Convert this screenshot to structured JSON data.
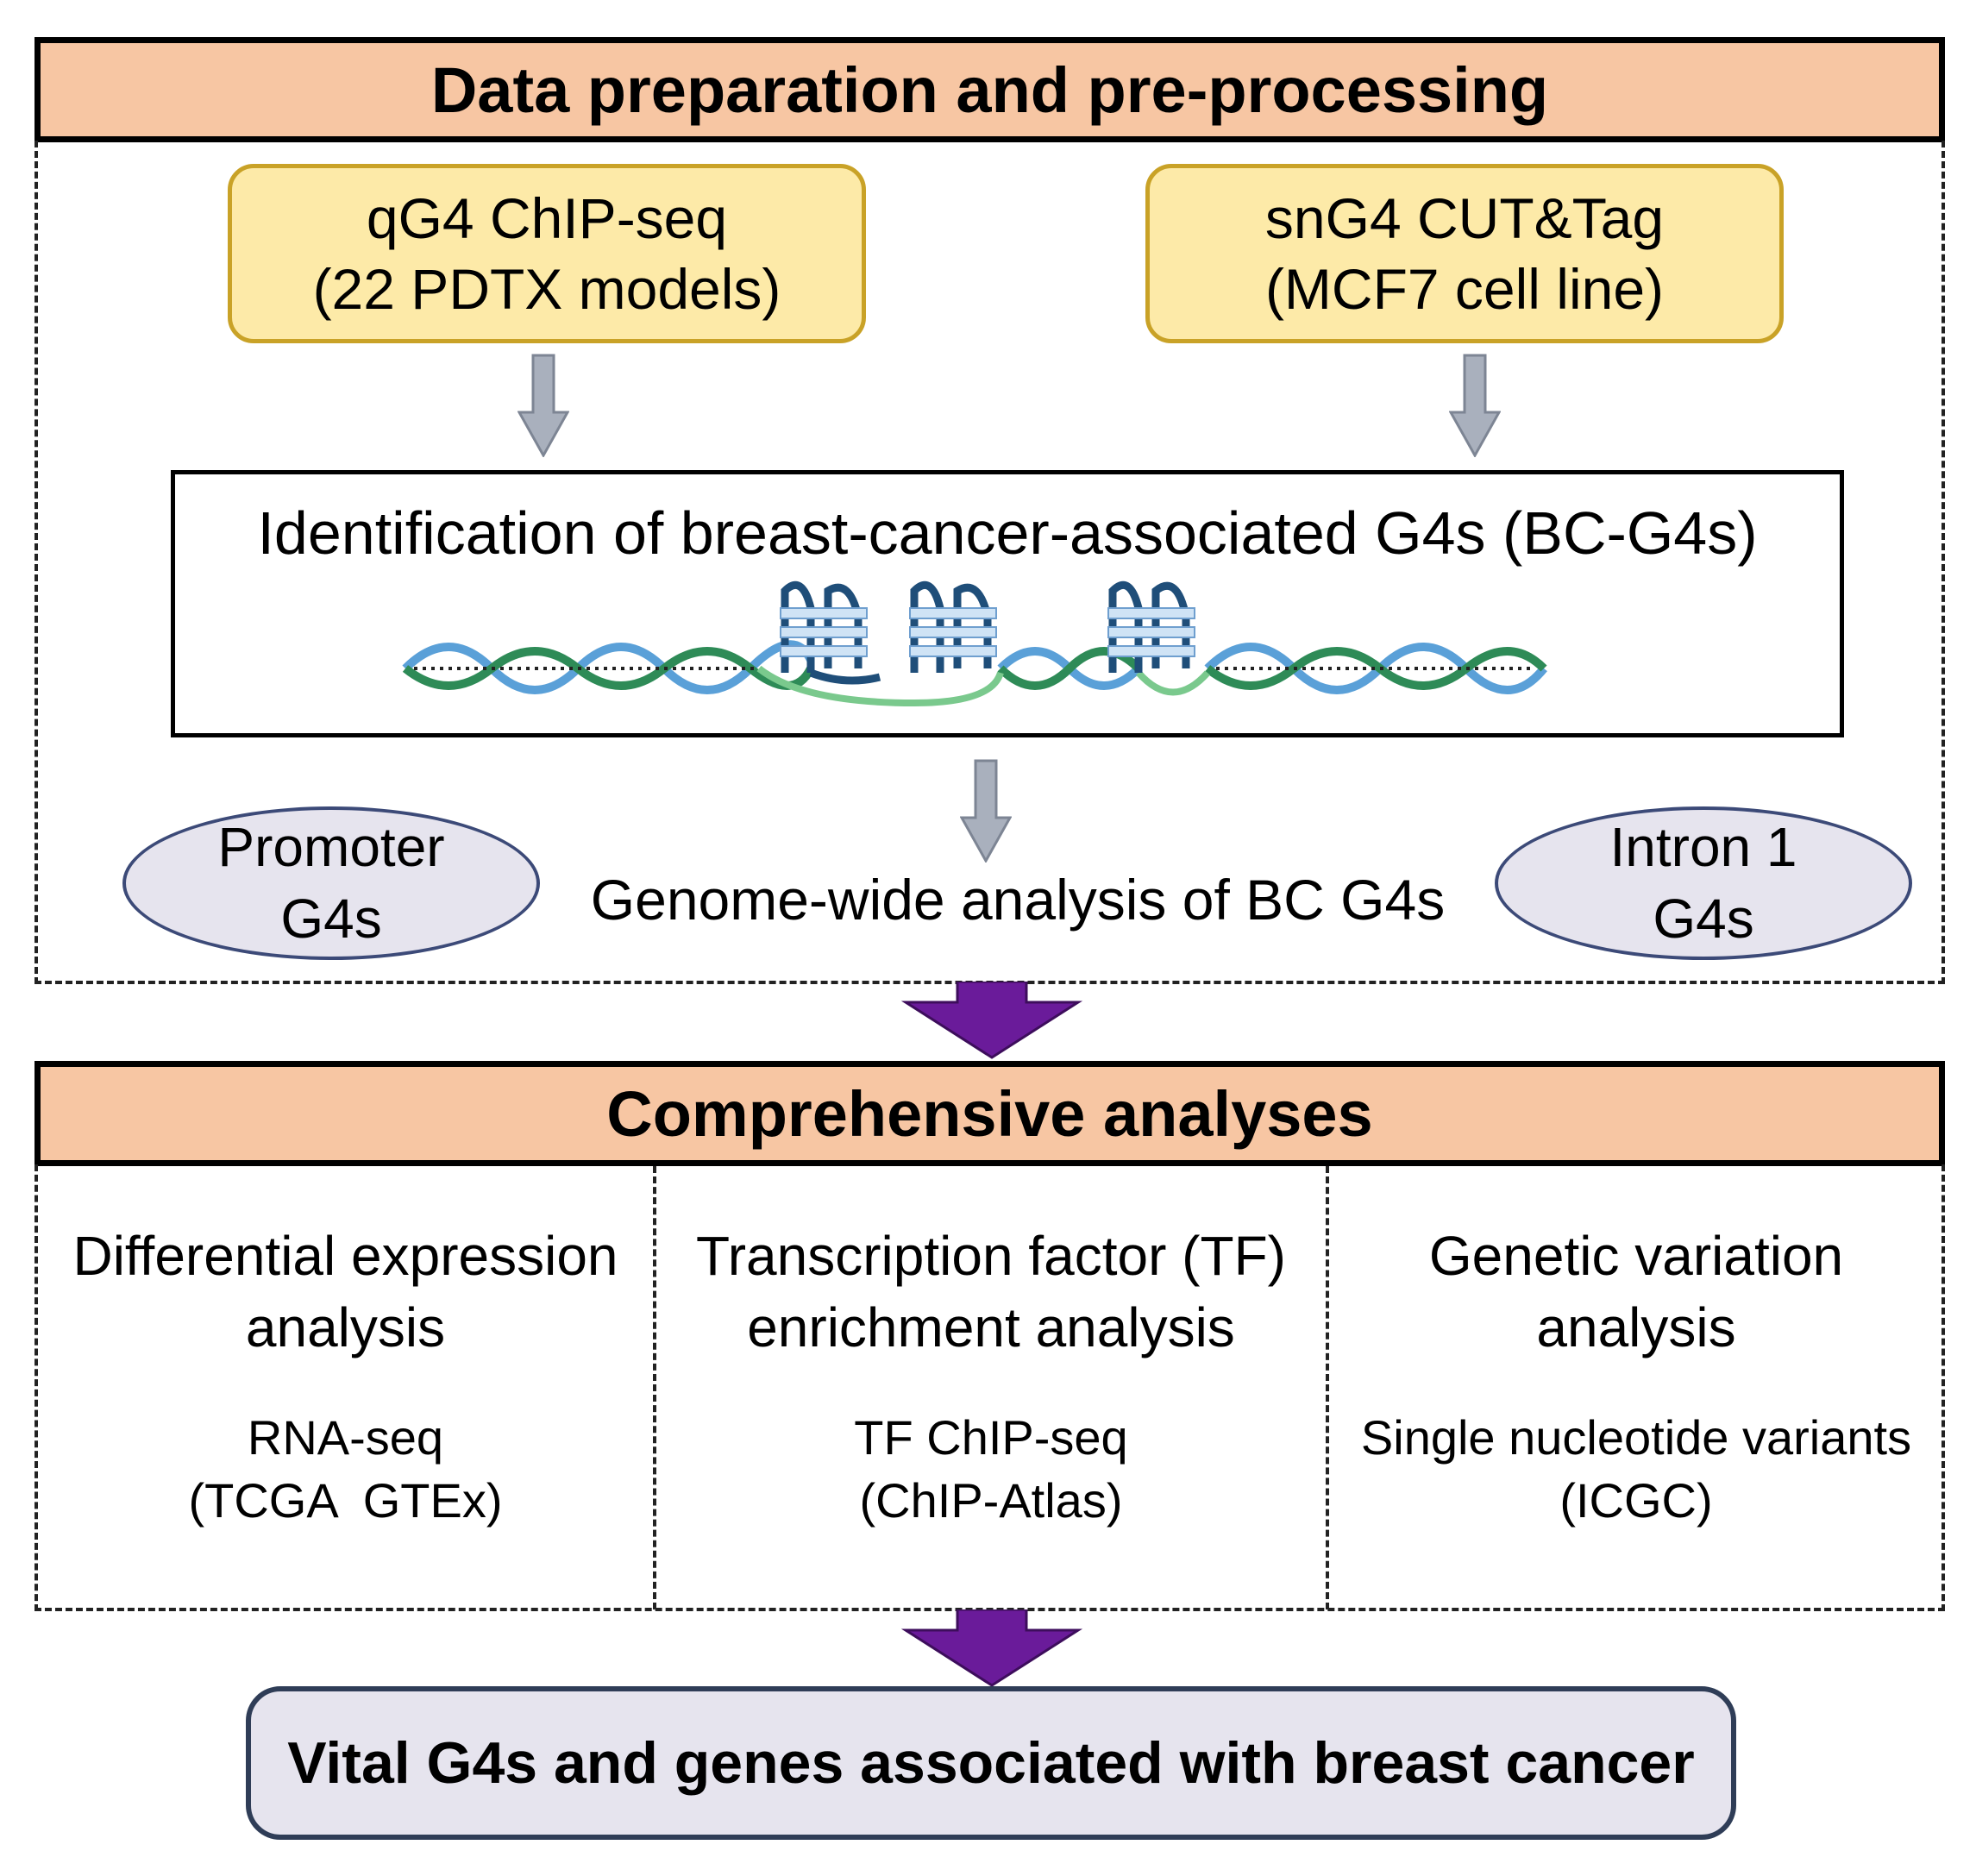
{
  "section1": {
    "title": "Data preparation and pre-processing",
    "sources": [
      {
        "line1": "qG4 ChIP-seq",
        "line2": "(22 PDTX models)"
      },
      {
        "line1": "snG4 CUT&Tag",
        "line2": "(MCF7 cell line)"
      }
    ],
    "identification": "Identification of breast-cancer-associated G4s (BC-G4s)",
    "genome_wide": "Genome-wide analysis of BC G4s",
    "promoter": {
      "line1": "Promoter",
      "line2": "G4s"
    },
    "intron": {
      "line1": "Intron 1",
      "line2": "G4s"
    }
  },
  "section2": {
    "title": "Comprehensive analyses",
    "columns": [
      {
        "title1": "Differential expression",
        "title2": "analysis",
        "sub1": "RNA-seq",
        "sub2": "(TCGA  GTEx)"
      },
      {
        "title1": "Transcription factor (TF)",
        "title2": "enrichment analysis",
        "sub1": "TF ChIP-seq",
        "sub2": "(ChIP-Atlas)"
      },
      {
        "title1": "Genetic variation",
        "title2": "analysis",
        "sub1": "Single nucleotide variants",
        "sub2": "(ICGC)"
      }
    ]
  },
  "final": {
    "text": "Vital G4s and genes associated with breast cancer"
  },
  "colors": {
    "header_fill": "#f7c6a3",
    "source_fill": "#fdeaa8",
    "ellipse_fill": "#e6e4ee",
    "gray_arrow": "#a9b0bd",
    "purple_arrow": "#6a1b9a",
    "dna_blue": "#1f4e79",
    "dna_green": "#2e8b57"
  }
}
